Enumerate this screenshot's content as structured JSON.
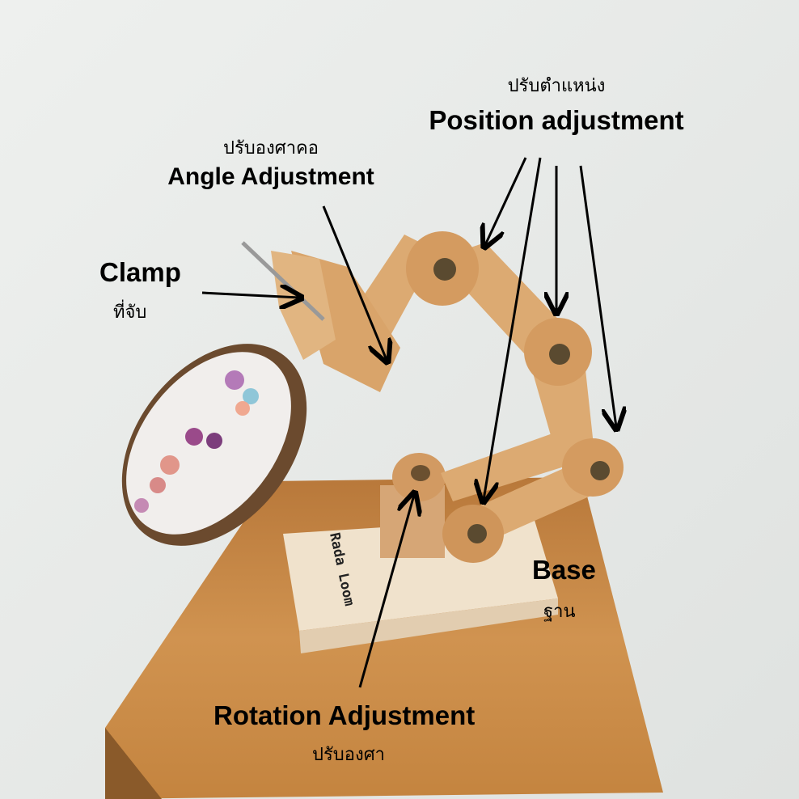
{
  "labels": {
    "position": {
      "thai": "ปรับตำแหน่ง",
      "english": "Position adjustment"
    },
    "angle": {
      "thai": "ปรับองศาคอ",
      "english": "Angle Adjustment"
    },
    "clamp": {
      "english": "Clamp",
      "thai": "ที่จับ"
    },
    "base": {
      "english": "Base",
      "thai": "ฐาน"
    },
    "rotation": {
      "english": "Rotation Adjustment",
      "thai": "ปรับองศา"
    }
  },
  "product_brand": "Rada Loom",
  "colors": {
    "wall": "#e9ebe8",
    "table": "#c98b45",
    "light_wood": "#ecd9bd",
    "arm_wood": "#d9a874",
    "arrow": "#000000"
  }
}
